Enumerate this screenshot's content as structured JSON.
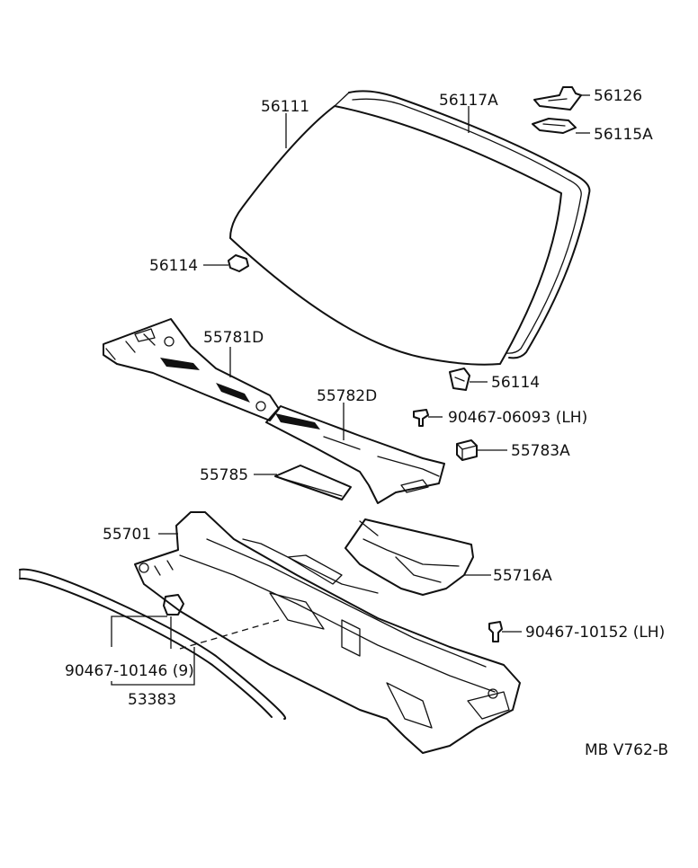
{
  "labels": {
    "p56111": "56111",
    "p56117A": "56117A",
    "p56126": "56126",
    "p56115A": "56115A",
    "p56114_left": "56114",
    "p56114_right": "56114",
    "p55781D": "55781D",
    "p55782D": "55782D",
    "p90467_06093": "90467-06093 (LH)",
    "p55783A": "55783A",
    "p55785": "55785",
    "p55701": "55701",
    "p55716A": "55716A",
    "p90467_10152": "90467-10152 (LH)",
    "p90467_10146": "90467-10146 (9)",
    "p53383": "53383"
  },
  "diagram_code": "MB V762-B"
}
